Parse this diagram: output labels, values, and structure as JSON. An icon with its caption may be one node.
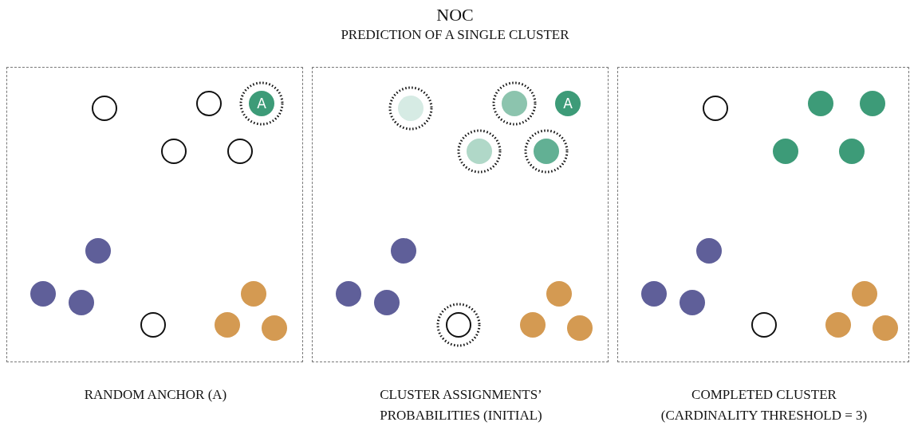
{
  "diagram": {
    "title": "NOC",
    "nodes": [
      {
        "text": [
          "RANDOM ANCHOR (A)"
        ]
      },
      {
        "text": [],
        "shape": "circle",
        "in": 0
      },
      {
        "text": [],
        "shape": "circle",
        "in": 0
      },
      {
        "text": [
          "A"
        ],
        "in": 0
      },
      {
        "text": [],
        "shape": "circle",
        "in": 0
      },
      {
        "text": [],
        "shape": "circle",
        "in": 0
      },
      {
        "text": [],
        "shape": "circle",
        "in": 0
      },
      {
        "text": [],
        "shape": "circle",
        "in": 0
      },
      {
        "text": [],
        "shape": "circle",
        "in": 0
      },
      {
        "text": [],
        "shape": "circle",
        "in": 0
      },
      {
        "text": [],
        "shape": "circle",
        "in": 0
      },
      {
        "text": [],
        "shape": "circle",
        "in": 0
      },
      {
        "text": [],
        "shape": "circle",
        "in": 0
      },
      {
        "text": [
          "CLUSTER ASSIGNMENTS’ PROBABILITIES (INITIAL)"
        ]
      },
      {
        "text": [],
        "shape": "circle",
        "in": 13
      },
      {
        "text": [],
        "shape": "circle",
        "in": 13
      },
      {
        "text": [
          "A"
        ],
        "in": 13
      },
      {
        "text": [],
        "shape": "circle",
        "in": 13
      },
      {
        "text": [],
        "shape": "circle",
        "in": 13
      },
      {
        "text": [],
        "shape": "circle",
        "in": 13
      },
      {
        "text": [],
        "shape": "circle",
        "in": 13
      },
      {
        "text": [],
        "shape": "circle",
        "in": 13
      },
      {
        "text": [],
        "shape": "circle",
        "in": 13
      },
      {
        "text": [],
        "shape": "circle",
        "in": 13
      },
      {
        "text": [],
        "shape": "circle",
        "in": 13
      },
      {
        "text": [],
        "shape": "circle",
        "in": 13
      },
      {
        "text": [
          "COMPLETED CLUSTER (CARDINALITY THRESHOLD = 3)"
        ]
      },
      {
        "text": [],
        "shape": "circle",
        "in": 26
      },
      {
        "text": [],
        "shape": "circle",
        "in": 26
      },
      {
        "text": [],
        "shape": "circle",
        "in": 26
      },
      {
        "text": [],
        "shape": "circle",
        "in": 26
      },
      {
        "text": [],
        "shape": "circle",
        "in": 26
      },
      {
        "text": [],
        "shape": "circle",
        "in": 26
      },
      {
        "text": [],
        "shape": "circle",
        "in": 26
      },
      {
        "text": [],
        "shape": "circle",
        "in": 26
      },
      {
        "text": [],
        "shape": "circle",
        "in": 26
      },
      {
        "text": [],
        "shape": "circle",
        "in": 26
      },
      {
        "text": [],
        "shape": "circle",
        "in": 26
      },
      {
        "text": [],
        "shape": "circle",
        "in": 26
      }
    ],
    "labels": [
      "PREDICTION OF A SINGLE CLUSTER"
    ]
  }
}
